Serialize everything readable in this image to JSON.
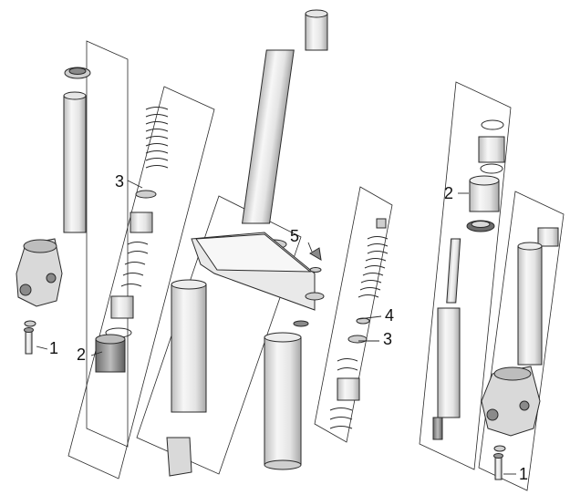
{
  "diagram": {
    "callouts": [
      {
        "id": "c1",
        "text": "1"
      },
      {
        "id": "c2",
        "text": "2"
      },
      {
        "id": "c3",
        "text": "3"
      },
      {
        "id": "c4",
        "text": "4"
      },
      {
        "id": "c5",
        "text": "5"
      },
      {
        "id": "c6",
        "text": "3"
      },
      {
        "id": "c7",
        "text": "2"
      },
      {
        "id": "c8",
        "text": "1"
      }
    ]
  },
  "colors": {
    "line": "#2a2a2a",
    "part_light": "#f2f2f2",
    "part_mid": "#cfcfcf",
    "part_dark": "#8a8a8a"
  }
}
